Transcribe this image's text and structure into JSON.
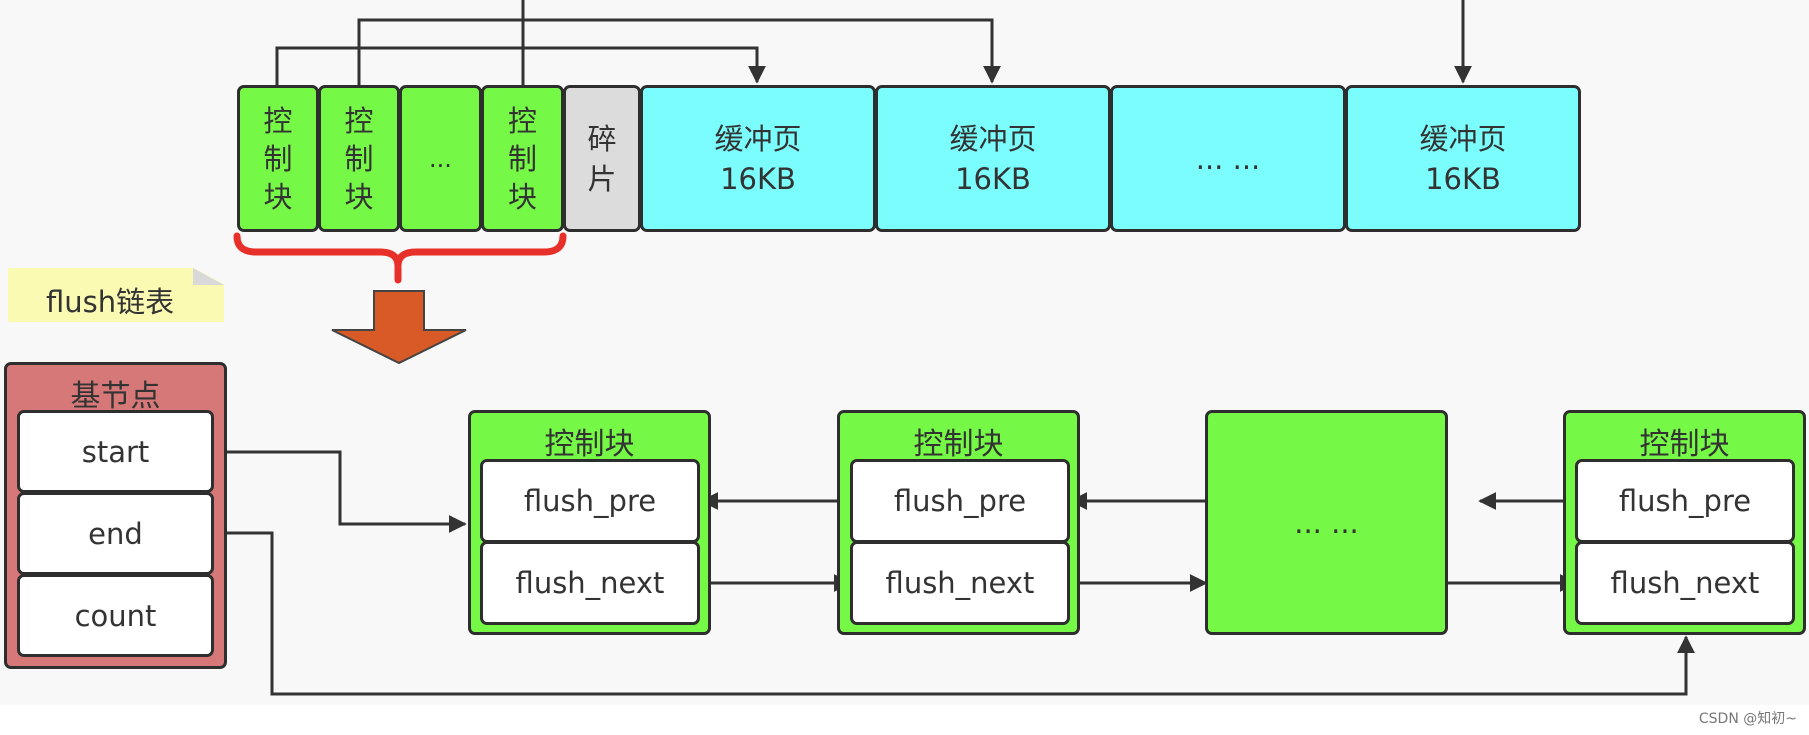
{
  "top_row": {
    "control_blocks": [
      "控制块",
      "控制块",
      "...",
      "控制块"
    ],
    "fragment": "碎片",
    "pages": [
      "缓冲页\n16KB",
      "缓冲页\n16KB",
      "... ...",
      "缓冲页\n16KB"
    ]
  },
  "note": {
    "label": "flush链表"
  },
  "base_node": {
    "title": "基节点",
    "fields": [
      "start",
      "end",
      "count"
    ]
  },
  "flush_list": {
    "node_title": "控制块",
    "field_pre": "flush_pre",
    "field_next": "flush_next",
    "ellipsis": "... ..."
  },
  "colors": {
    "control_block": "#76f846",
    "buffer_page": "#7bfcfd",
    "fragment": "#dcdcdc",
    "base_node": "#d67878",
    "brace": "#e8302a",
    "down_arrow": "#d85a27",
    "note": "#fafab2"
  },
  "watermark": "CSDN @知初~"
}
